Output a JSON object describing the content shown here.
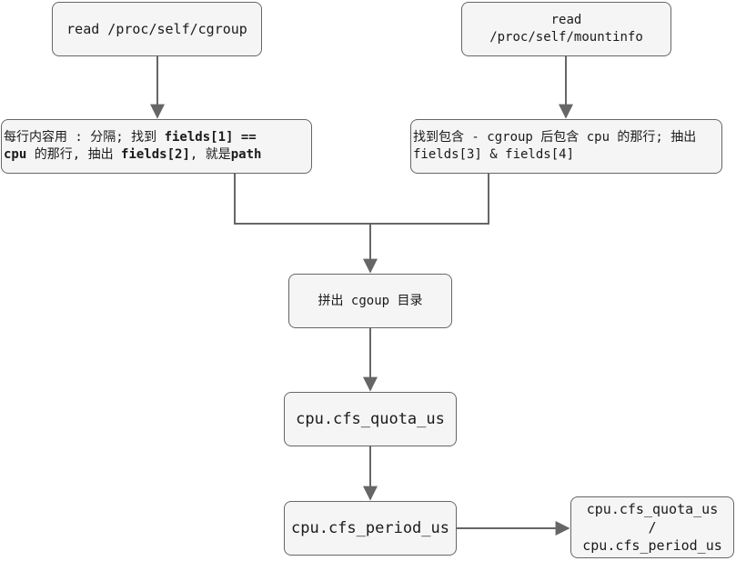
{
  "nodes": {
    "read_cgroup": "read /proc/self/cgroup",
    "read_mountinfo": "read\n/proc/self/mountinfo",
    "parse_cgroup": {
      "p1": "每行内容用 : 分隔; 找到 ",
      "p2": "fields[1] ==",
      "p3": "cpu",
      "p4": " 的那行, 抽出 ",
      "p5": "fields[2]",
      "p6": ", 就是",
      "p7": "path"
    },
    "parse_mountinfo": "找到包含 - cgroup 后包含 cpu 的那行; 抽出\nfields[3] & fields[4]",
    "join_dir": "拼出 cgoup 目录",
    "quota_file": "cpu.cfs_quota_us",
    "period_file": "cpu.cfs_period_us",
    "ratio": "cpu.cfs_quota_us\n/\ncpu.cfs_period_us"
  },
  "colors": {
    "node_fill": "#f5f5f5",
    "node_stroke": "#666666",
    "edge": "#666666"
  }
}
